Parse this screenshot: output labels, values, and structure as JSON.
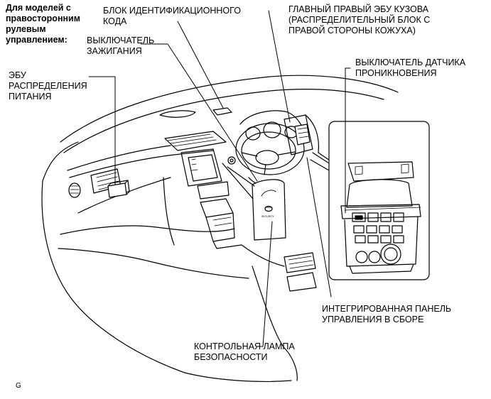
{
  "header": {
    "model_note": [
      "Для моделей с",
      "правосторонним",
      "рулевым",
      "управлением:"
    ]
  },
  "labels": {
    "id_code_box": [
      "БЛОК ИДЕНТИФИКАЦИОННОГО",
      "КОДА"
    ],
    "ignition_switch": [
      "ВЫКЛЮЧАТЕЛЬ",
      "ЗАЖИГАНИЯ"
    ],
    "power_distribution_ecu": [
      "ЭБУ",
      "РАСПРЕДЕЛЕНИЯ",
      "ПИТАНИЯ"
    ],
    "main_body_ecu": [
      "ГЛАВНЫЙ ПРАВЫЙ ЭБУ КУЗОВА",
      "(РАСПРЕДЕЛИТЕЛЬНЫЙ БЛОК С",
      "ПРАВОЙ СТОРОНЫ КОЖУХА)"
    ],
    "intrusion_sensor_switch": [
      "ВЫКЛЮЧАТЕЛЬ ДАТЧИКА",
      "ПРОНИКНОВЕНИЯ"
    ],
    "integrated_control_panel": [
      "ИНТЕГРИРОВАННАЯ ПАНЕЛЬ",
      "УПРАВЛЕНИЯ В СБОРЕ"
    ],
    "security_indicator": [
      "КОНТРОЛЬНАЯ ЛАМПА",
      "БЕЗОПАСНОСТИ"
    ]
  },
  "footer": {
    "code": "G"
  },
  "inset": {
    "security_text": "SECURITY"
  }
}
